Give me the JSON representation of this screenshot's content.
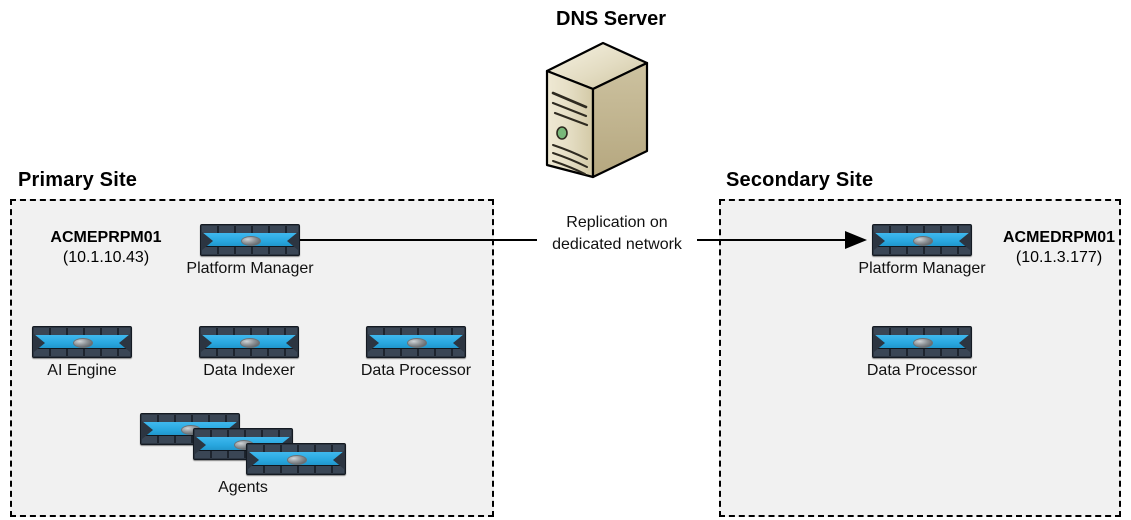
{
  "diagram": {
    "dns": {
      "title": "DNS Server",
      "icon": "tower-server-icon"
    },
    "connector": {
      "label_line1": "Replication on",
      "label_line2": "dedicated network",
      "arrow": "arrow-right-icon",
      "direction": "primary-to-secondary"
    },
    "sites": [
      {
        "id": "primary",
        "title": "Primary Site",
        "host": {
          "name": "ACMEPRPM01",
          "ip": "(10.1.10.43)"
        },
        "nodes": [
          {
            "label": "Platform Manager",
            "icon": "network-appliance-icon"
          },
          {
            "label": "AI Engine",
            "icon": "network-appliance-icon"
          },
          {
            "label": "Data Indexer",
            "icon": "network-appliance-icon"
          },
          {
            "label": "Data Processor",
            "icon": "network-appliance-icon"
          },
          {
            "label": "Agents",
            "icon": "network-appliance-stack-icon"
          }
        ]
      },
      {
        "id": "secondary",
        "title": "Secondary Site",
        "host": {
          "name": "ACMEDRPM01",
          "ip": "(10.1.3.177)"
        },
        "nodes": [
          {
            "label": "Platform Manager",
            "icon": "network-appliance-icon"
          },
          {
            "label": "Data Processor",
            "icon": "network-appliance-icon"
          }
        ]
      }
    ],
    "colors": {
      "site_fill": "#f1f1f1",
      "site_border": "#000000",
      "device_accent": "#29a8e0",
      "device_chassis": "#2c3541",
      "server_case": "#d8cfae",
      "server_led": "#79b87a",
      "connector": "#000000",
      "canvas": "#ffffff"
    }
  }
}
